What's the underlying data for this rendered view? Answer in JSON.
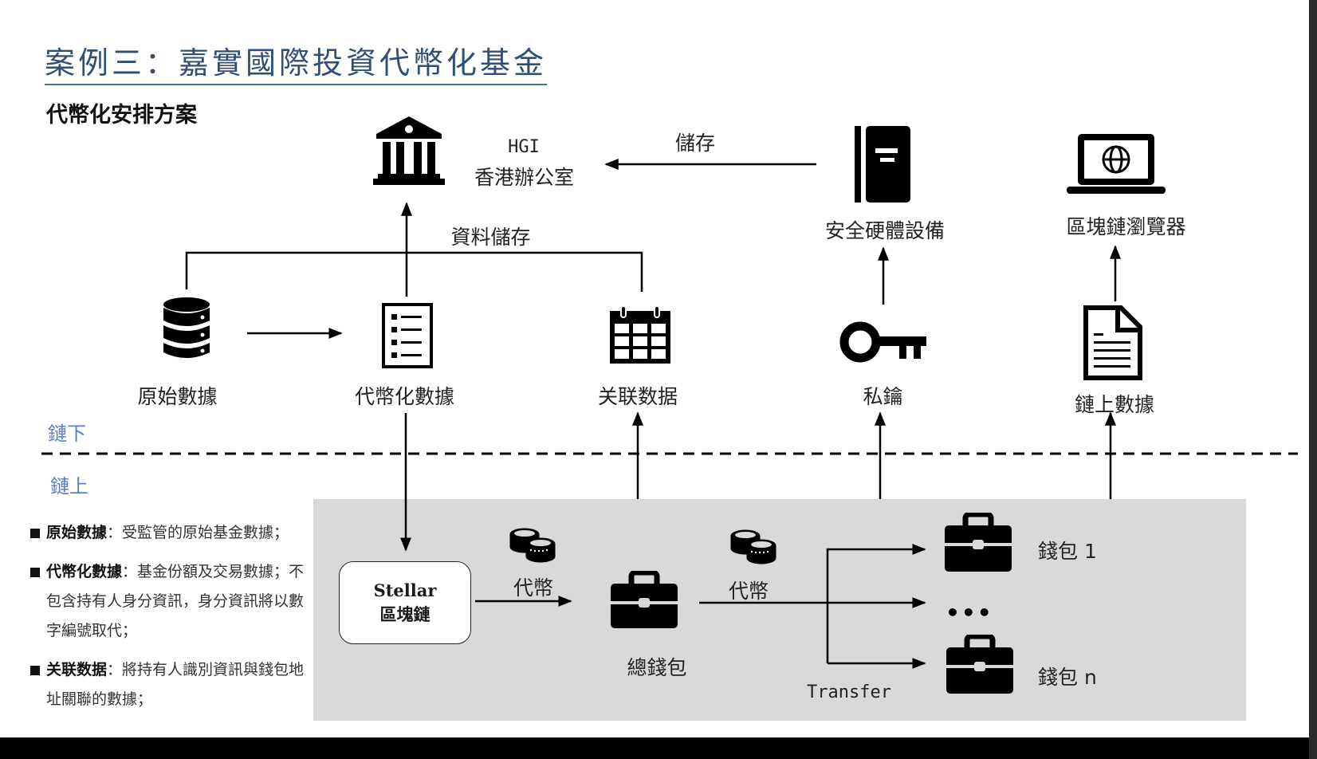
{
  "slide": {
    "title": "案例三：嘉實國際投資代幣化基金",
    "subtitle": "代幣化安排方案"
  },
  "nodes": {
    "hgi_name": "HGI",
    "hgi_office": "香港辦公室",
    "store_label": "儲存",
    "data_store_label": "資料儲存",
    "secure_hardware": "安全硬體設備",
    "blockchain_browser": "區塊鏈瀏覽器",
    "raw_data": "原始數據",
    "tokenized_data": "代幣化數據",
    "linked_data": "关联数据",
    "private_key": "私鑰",
    "onchain_data": "鏈上數據"
  },
  "zones": {
    "offchain": "鏈下",
    "onchain": "鏈上"
  },
  "onchain_flow": {
    "stellar_line1": "Stellar",
    "stellar_line2": "區塊鏈",
    "token_label_1": "代幣",
    "token_label_2": "代幣",
    "master_wallet": "總錢包",
    "transfer_label": "Transfer",
    "ellipsis": "•••",
    "wallet_1": "錢包 1",
    "wallet_n": "錢包 n"
  },
  "notes": [
    {
      "term": "原始數據",
      "sep": "：",
      "text": "受監管的原始基金數據；"
    },
    {
      "term": "代幣化數據",
      "sep": "：",
      "text": "基金份額及交易數據；不包含持有人身分資訊，身分資訊將以數字編號取代；"
    },
    {
      "term": "关联数据",
      "sep": "：",
      "text": "將持有人識別資訊與錢包地址關聯的數據；"
    }
  ],
  "colors": {
    "title": "#2f4f73",
    "zone_label": "#5b7fbf",
    "onchain_panel": "#d9d9d9"
  }
}
